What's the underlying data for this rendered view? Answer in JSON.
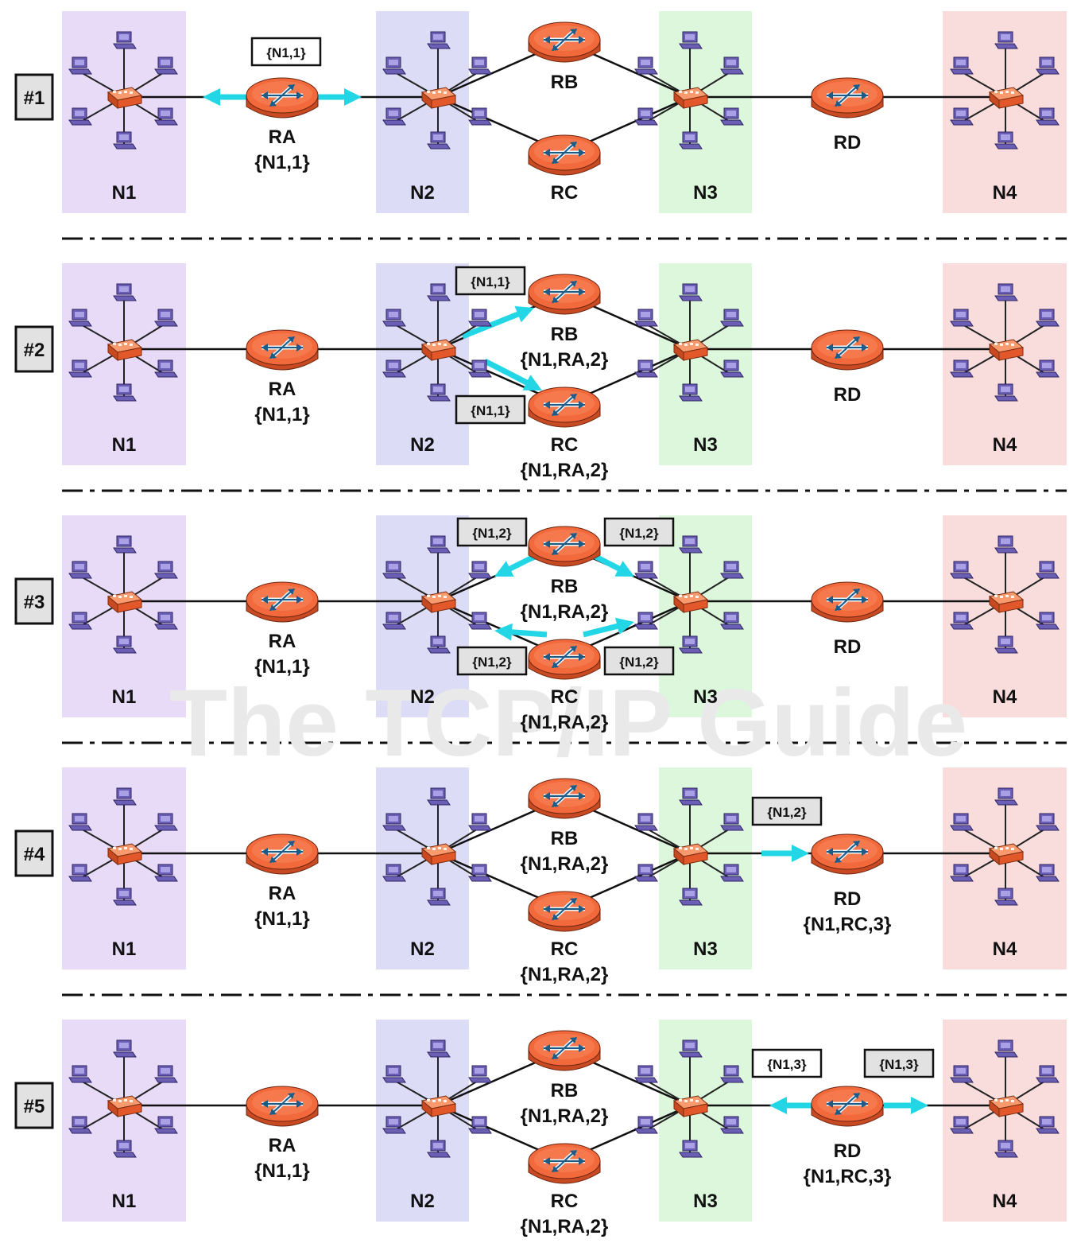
{
  "watermark": "The TCP/IP Guide",
  "networks": [
    "N1",
    "N2",
    "N3",
    "N4"
  ],
  "network_colors": [
    "#e7dbf7",
    "#dcdcf7",
    "#dcf7dc",
    "#f9dddd"
  ],
  "link_color": "#111111",
  "router_color": "#f2693c",
  "host_color": "#6b5fb5",
  "arrow_color": "#22d6e6",
  "steps": [
    {
      "label": "#1",
      "routers": {
        "RA": {
          "name": "RA",
          "entry": "{N1,1}"
        },
        "RB": {
          "name": "RB",
          "entry": ""
        },
        "RC": {
          "name": "RC",
          "entry": ""
        },
        "RD": {
          "name": "RD",
          "entry": ""
        }
      },
      "messages": [
        {
          "text": "{N1,1}",
          "shaded": false
        }
      ]
    },
    {
      "label": "#2",
      "routers": {
        "RA": {
          "name": "RA",
          "entry": "{N1,1}"
        },
        "RB": {
          "name": "RB",
          "entry": "{N1,RA,2}"
        },
        "RC": {
          "name": "RC",
          "entry": "{N1,RA,2}"
        },
        "RD": {
          "name": "RD",
          "entry": ""
        }
      },
      "messages": [
        {
          "text": "{N1,1}",
          "shaded": true
        },
        {
          "text": "{N1,1}",
          "shaded": true
        }
      ]
    },
    {
      "label": "#3",
      "routers": {
        "RA": {
          "name": "RA",
          "entry": "{N1,1}"
        },
        "RB": {
          "name": "RB",
          "entry": "{N1,RA,2}"
        },
        "RC": {
          "name": "RC",
          "entry": "{N1,RA,2}"
        },
        "RD": {
          "name": "RD",
          "entry": ""
        }
      },
      "messages": [
        {
          "text": "{N1,2}",
          "shaded": true
        },
        {
          "text": "{N1,2}",
          "shaded": true
        },
        {
          "text": "{N1,2}",
          "shaded": true
        },
        {
          "text": "{N1,2}",
          "shaded": true
        }
      ]
    },
    {
      "label": "#4",
      "routers": {
        "RA": {
          "name": "RA",
          "entry": "{N1,1}"
        },
        "RB": {
          "name": "RB",
          "entry": "{N1,RA,2}"
        },
        "RC": {
          "name": "RC",
          "entry": "{N1,RA,2}"
        },
        "RD": {
          "name": "RD",
          "entry": "{N1,RC,3}"
        }
      },
      "messages": [
        {
          "text": "{N1,2}",
          "shaded": true
        }
      ]
    },
    {
      "label": "#5",
      "routers": {
        "RA": {
          "name": "RA",
          "entry": "{N1,1}"
        },
        "RB": {
          "name": "RB",
          "entry": "{N1,RA,2}"
        },
        "RC": {
          "name": "RC",
          "entry": "{N1,RA,2}"
        },
        "RD": {
          "name": "RD",
          "entry": "{N1,RC,3}"
        }
      },
      "messages": [
        {
          "text": "{N1,3}",
          "shaded": false
        },
        {
          "text": "{N1,3}",
          "shaded": true
        }
      ]
    }
  ]
}
